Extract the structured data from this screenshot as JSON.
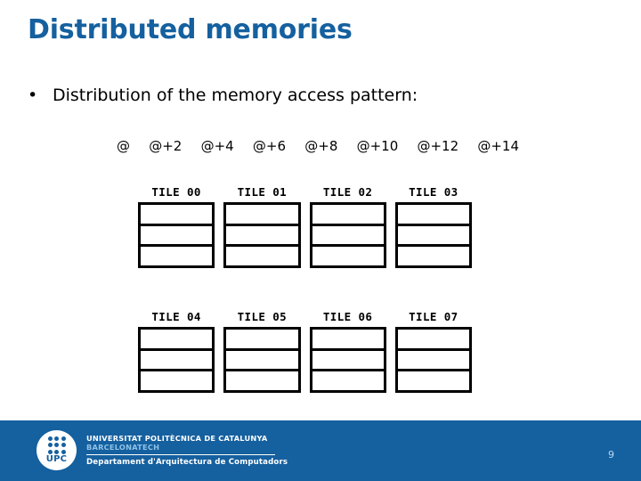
{
  "slide": {
    "title": "Distributed memories",
    "bullet": {
      "marker": "•",
      "text": "Distribution of the memory access pattern:"
    },
    "address_labels": [
      "@",
      "@+2",
      "@+4",
      "@+6",
      "@+8",
      "@+10",
      "@+12",
      "@+14"
    ],
    "tile_rows": [
      {
        "tiles": [
          {
            "label": "TILE 00",
            "cells": 3
          },
          {
            "label": "TILE 01",
            "cells": 3
          },
          {
            "label": "TILE 02",
            "cells": 3
          },
          {
            "label": "TILE 03",
            "cells": 3
          }
        ]
      },
      {
        "tiles": [
          {
            "label": "TILE 04",
            "cells": 3
          },
          {
            "label": "TILE 05",
            "cells": 3
          },
          {
            "label": "TILE 06",
            "cells": 3
          },
          {
            "label": "TILE 07",
            "cells": 3
          }
        ]
      }
    ]
  },
  "footer": {
    "logo": {
      "wordmark": "UPC",
      "dot_count": 9
    },
    "university": "UNIVERSITAT POLITÈCNICA DE CATALUNYA",
    "brand": "BARCELONATECH",
    "department": "Departament d'Arquitectura de Computadors",
    "page_number": "9"
  },
  "colors": {
    "brand_blue": "#15609F",
    "footer_brand_text": "#8FC2E8",
    "page_number_text": "#BBD9F0",
    "outline_black": "#000000",
    "slide_background": "#ffffff"
  }
}
